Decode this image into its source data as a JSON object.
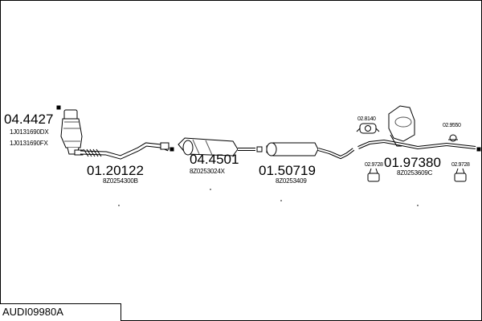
{
  "title": "AUDI09980A",
  "parts": [
    {
      "id": "cat_front",
      "number": "04.4427",
      "refs": [
        "1J0131690DX",
        "1J0131690FX"
      ]
    },
    {
      "id": "front_pipe",
      "number": "01.20122",
      "refs": [
        "8Z0254300B"
      ]
    },
    {
      "id": "cat_main",
      "number": "04.4501",
      "refs": [
        "8Z0253024X"
      ]
    },
    {
      "id": "middle_silencer",
      "number": "01.50719",
      "refs": [
        "8Z0253409"
      ]
    },
    {
      "id": "rear_silencer",
      "number": "01.97380",
      "refs": [
        "8Z0253609C"
      ]
    },
    {
      "id": "rubber_ring",
      "number": "02.8140",
      "refs": []
    },
    {
      "id": "mount_a",
      "number": "02.9550",
      "refs": []
    },
    {
      "id": "hanger_left",
      "number": "02.9728",
      "refs": []
    },
    {
      "id": "hanger_right",
      "number": "02.9728",
      "refs": []
    }
  ],
  "colors": {
    "line": "#000000",
    "background": "#ffffff",
    "part_fill": "#ffffff",
    "shade": "#555555"
  }
}
